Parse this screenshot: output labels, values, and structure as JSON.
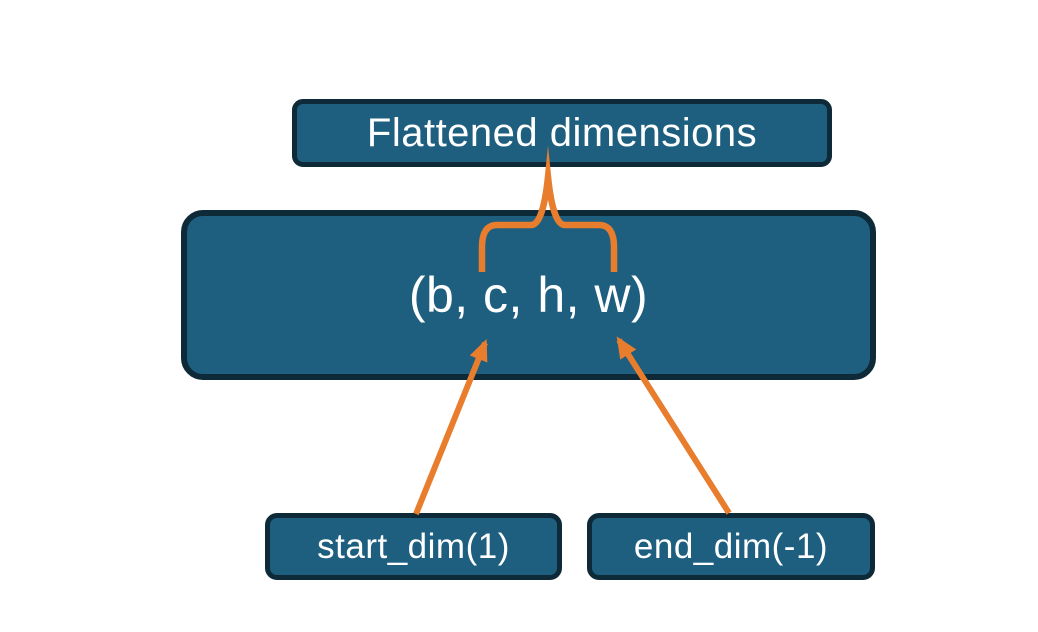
{
  "colors": {
    "background": "#ffffff",
    "node_fill": "#1e5f80",
    "node_border": "#0e2a38",
    "node_text": "#ffffff",
    "connector": "#e87d2d"
  },
  "diagram": {
    "top_label": "Flattened dimensions",
    "tensor_box": "(b, c, h, w)",
    "start_dim_box": "start_dim(1)",
    "end_dim_box": "end_dim(-1)"
  }
}
